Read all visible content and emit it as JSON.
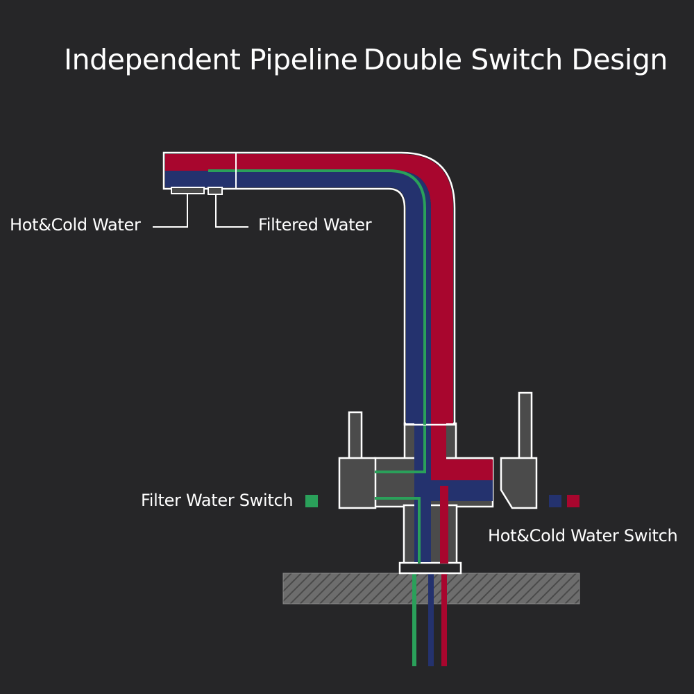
{
  "title": {
    "part1": "Independent Pipeline",
    "part2": "Double Switch Design"
  },
  "labels": {
    "hot_cold_water": "Hot&Cold Water",
    "filtered_water": "Filtered Water",
    "filter_water_switch": "Filter Water Switch",
    "hot_cold_water_switch": "Hot&Cold Water Switch"
  },
  "colors": {
    "background": "#262628",
    "hot": "#a8062e",
    "cold": "#24326e",
    "filtered": "#2aa05a",
    "faucet_body": "#4b4b4b",
    "outline": "#ffffff",
    "countertop": "#6d6d6d"
  }
}
